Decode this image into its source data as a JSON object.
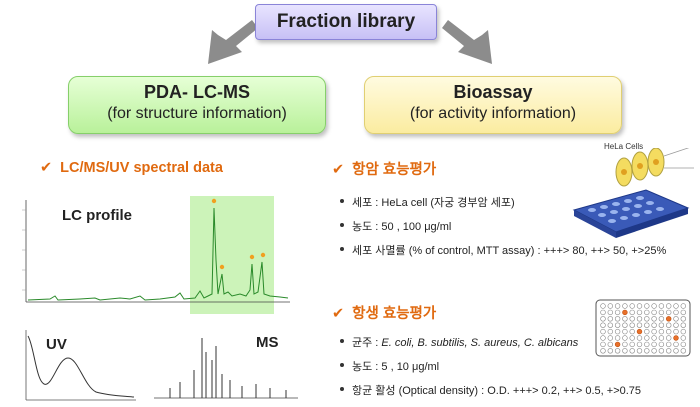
{
  "top": {
    "title": "Fraction library"
  },
  "left_box": {
    "title": "PDA- LC-MS",
    "subtitle": "(for structure information)"
  },
  "right_box": {
    "title": "Bioassay",
    "subtitle": "(for activity information)"
  },
  "left_section": {
    "heading": "LC/MS/UV spectral data",
    "lc_label": "LC profile",
    "uv_label": "UV",
    "ms_label": "MS"
  },
  "anticancer": {
    "heading": "항암 효능평가",
    "cell_label": "HeLa Cells",
    "items": [
      {
        "text": "세포 : HeLa cell (자궁 경부암 세포)"
      },
      {
        "text": "농도 : 50 , 100 μg/ml"
      },
      {
        "text": "세포 사멸률 (% of control, MTT assay) : +++> 80, ++> 50, +>25%"
      }
    ]
  },
  "antibiotic": {
    "heading": "항생 효능평가",
    "items": [
      {
        "prefix": "균주 : ",
        "species": "E. coli, B. subtilis, S. aureus, C. albicans"
      },
      {
        "text": "농도 : 5 , 10 μg/ml"
      },
      {
        "text": "항균 활성 (Optical density) : O.D. +++> 0.2, ++> 0.5, +>0.75"
      }
    ]
  },
  "colors": {
    "accent_orange": "#e06a10",
    "lc_trace": "#2a8a2a",
    "highlight_green": "#bff0a8",
    "plate_blue": "#3a5ab8"
  }
}
